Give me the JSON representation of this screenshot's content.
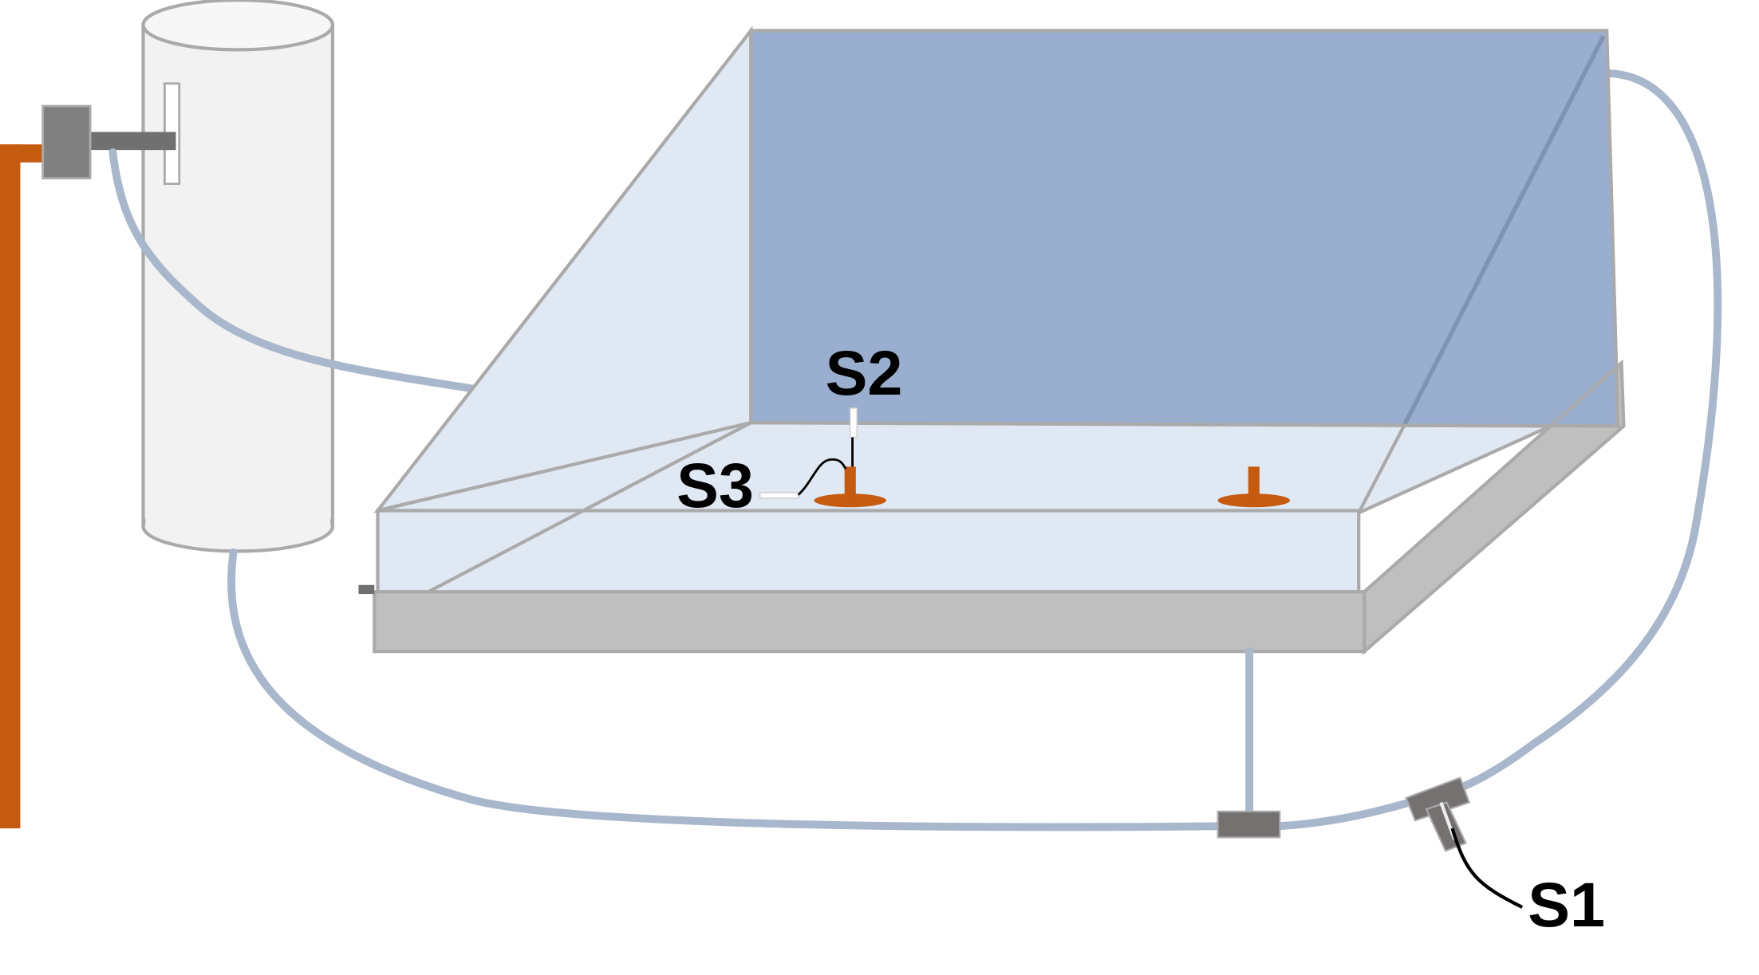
{
  "labels": {
    "s1": "S1",
    "s2": "S2",
    "s3": "S3"
  },
  "colors": {
    "pipe": "#c55a11",
    "tube": "#a9b7cc",
    "back_panel": "#9aafcf",
    "glass": "#e0e8f4",
    "base": "#bfbfbf",
    "connector": "#767171",
    "reservoir": "#f2f2f2"
  }
}
